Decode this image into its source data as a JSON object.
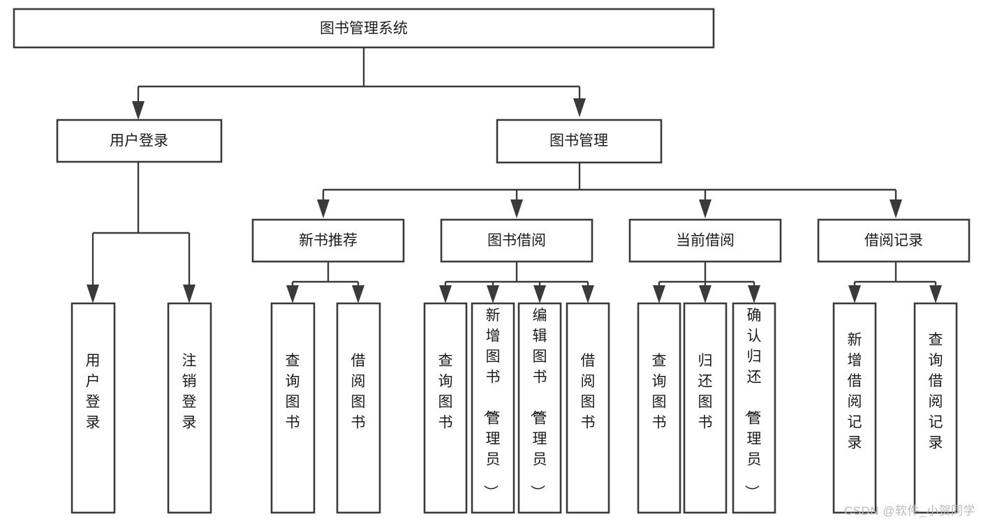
{
  "diagram": {
    "title": "图书管理系统",
    "type": "tree-hierarchy",
    "watermark": "CSDN @软件_小贺同学",
    "colors": {
      "stroke": "#3a3a3a",
      "box_fill": "#ffffff",
      "text": "#1b1b1b",
      "background": "#ffffff",
      "watermark": "#b9b9b9"
    },
    "root": {
      "id": "root",
      "label": "图书管理系统",
      "orientation": "horizontal"
    },
    "level2": [
      {
        "id": "user-login",
        "label": "用户登录",
        "orientation": "horizontal"
      },
      {
        "id": "book-manage",
        "label": "图书管理",
        "orientation": "horizontal"
      }
    ],
    "level3": [
      {
        "id": "new-book-recommend",
        "label": "新书推荐",
        "parent": "book-manage",
        "orientation": "horizontal"
      },
      {
        "id": "book-borrow",
        "label": "图书借阅",
        "parent": "book-manage",
        "orientation": "horizontal"
      },
      {
        "id": "current-borrow",
        "label": "当前借阅",
        "parent": "book-manage",
        "orientation": "horizontal"
      },
      {
        "id": "borrow-record",
        "label": "借阅记录",
        "parent": "book-manage",
        "orientation": "horizontal"
      }
    ],
    "leaves": [
      {
        "id": "leaf-user-login",
        "label": "用户登录",
        "parent": "user-login",
        "orientation": "vertical"
      },
      {
        "id": "leaf-user-logout",
        "label": "注销登录",
        "parent": "user-login",
        "orientation": "vertical"
      },
      {
        "id": "leaf-query-book-1",
        "label": "查询图书",
        "parent": "new-book-recommend",
        "orientation": "vertical"
      },
      {
        "id": "leaf-borrow-book-1",
        "label": "借阅图书",
        "parent": "new-book-recommend",
        "orientation": "vertical"
      },
      {
        "id": "leaf-query-book-2",
        "label": "查询图书",
        "parent": "book-borrow",
        "orientation": "vertical"
      },
      {
        "id": "leaf-add-book",
        "label": "新增图书（管理员）",
        "parent": "book-borrow",
        "orientation": "vertical"
      },
      {
        "id": "leaf-edit-book",
        "label": "编辑图书（管理员）",
        "parent": "book-borrow",
        "orientation": "vertical"
      },
      {
        "id": "leaf-borrow-book-2",
        "label": "借阅图书",
        "parent": "book-borrow",
        "orientation": "vertical"
      },
      {
        "id": "leaf-query-book-3",
        "label": "查询图书",
        "parent": "current-borrow",
        "orientation": "vertical"
      },
      {
        "id": "leaf-return-book",
        "label": "归还图书",
        "parent": "current-borrow",
        "orientation": "vertical"
      },
      {
        "id": "leaf-confirm-return",
        "label": "确认归还（管理员）",
        "parent": "current-borrow",
        "orientation": "vertical"
      },
      {
        "id": "leaf-add-record",
        "label": "新增借阅记录",
        "parent": "borrow-record",
        "orientation": "vertical"
      },
      {
        "id": "leaf-query-record",
        "label": "查询借阅记录",
        "parent": "borrow-record",
        "orientation": "vertical"
      }
    ]
  }
}
